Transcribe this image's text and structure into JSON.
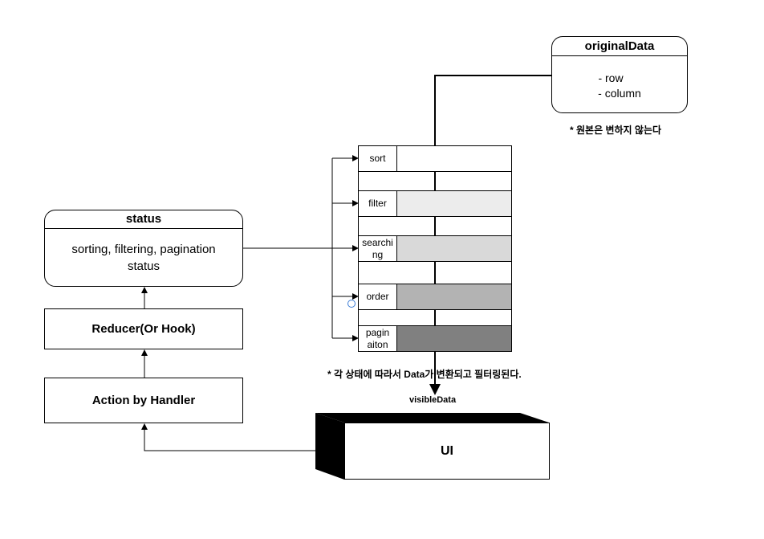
{
  "original_data": {
    "title": "originalData",
    "lines": [
      "- row",
      "- column"
    ],
    "note": "* 원본은 변하지 않는다"
  },
  "status": {
    "title": "status",
    "line1": "sorting, filtering, pagination",
    "line2": "status"
  },
  "reducer_label": "Reducer(Or Hook)",
  "action_label": "Action by Handler",
  "pipeline": [
    {
      "id": "sort",
      "line1": "sort",
      "line2": "",
      "fill": "#ffffff"
    },
    {
      "id": "filter",
      "line1": "filter",
      "line2": "",
      "fill": "#ececec"
    },
    {
      "id": "searching",
      "line1": "searchi",
      "line2": "ng",
      "fill": "#d9d9d9"
    },
    {
      "id": "order",
      "line1": "order",
      "line2": "",
      "fill": "#b3b3b3"
    },
    {
      "id": "pagination",
      "line1": "pagin",
      "line2": "aiton",
      "fill": "#808080"
    }
  ],
  "pipeline_note": "* 각 상태에 따라서 Data가 변환되고 필터링된다.",
  "visible_label": "visibleData",
  "ui_label": "UI"
}
